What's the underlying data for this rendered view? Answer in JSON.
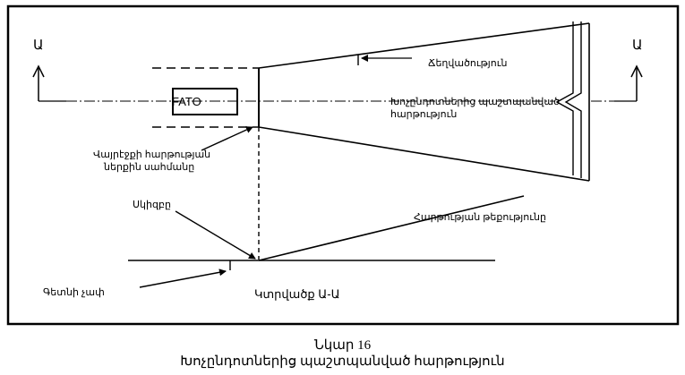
{
  "labels": {
    "section_marker_left": "Ա",
    "section_marker_right": "Ա",
    "fato": "FATO",
    "taper": "Ճեղվածություն",
    "obstacle_surface_line1": "Խոչընդոտներից պաշտպանված",
    "obstacle_surface_line2": "հարթություն",
    "inner_edge_line1": "Վայրէջքի հարթության",
    "inner_edge_line2": "ներքին սահմանը",
    "origin": "Սկիզբը",
    "slope": "Հարթության թեքությունը",
    "ground_level": "Գետնի չափ",
    "section": "Կտրվածք Ա-Ա"
  },
  "caption": {
    "figure": "Նկար 16",
    "title": "Խոչընդոտներից պաշտպանված հարթություն"
  }
}
